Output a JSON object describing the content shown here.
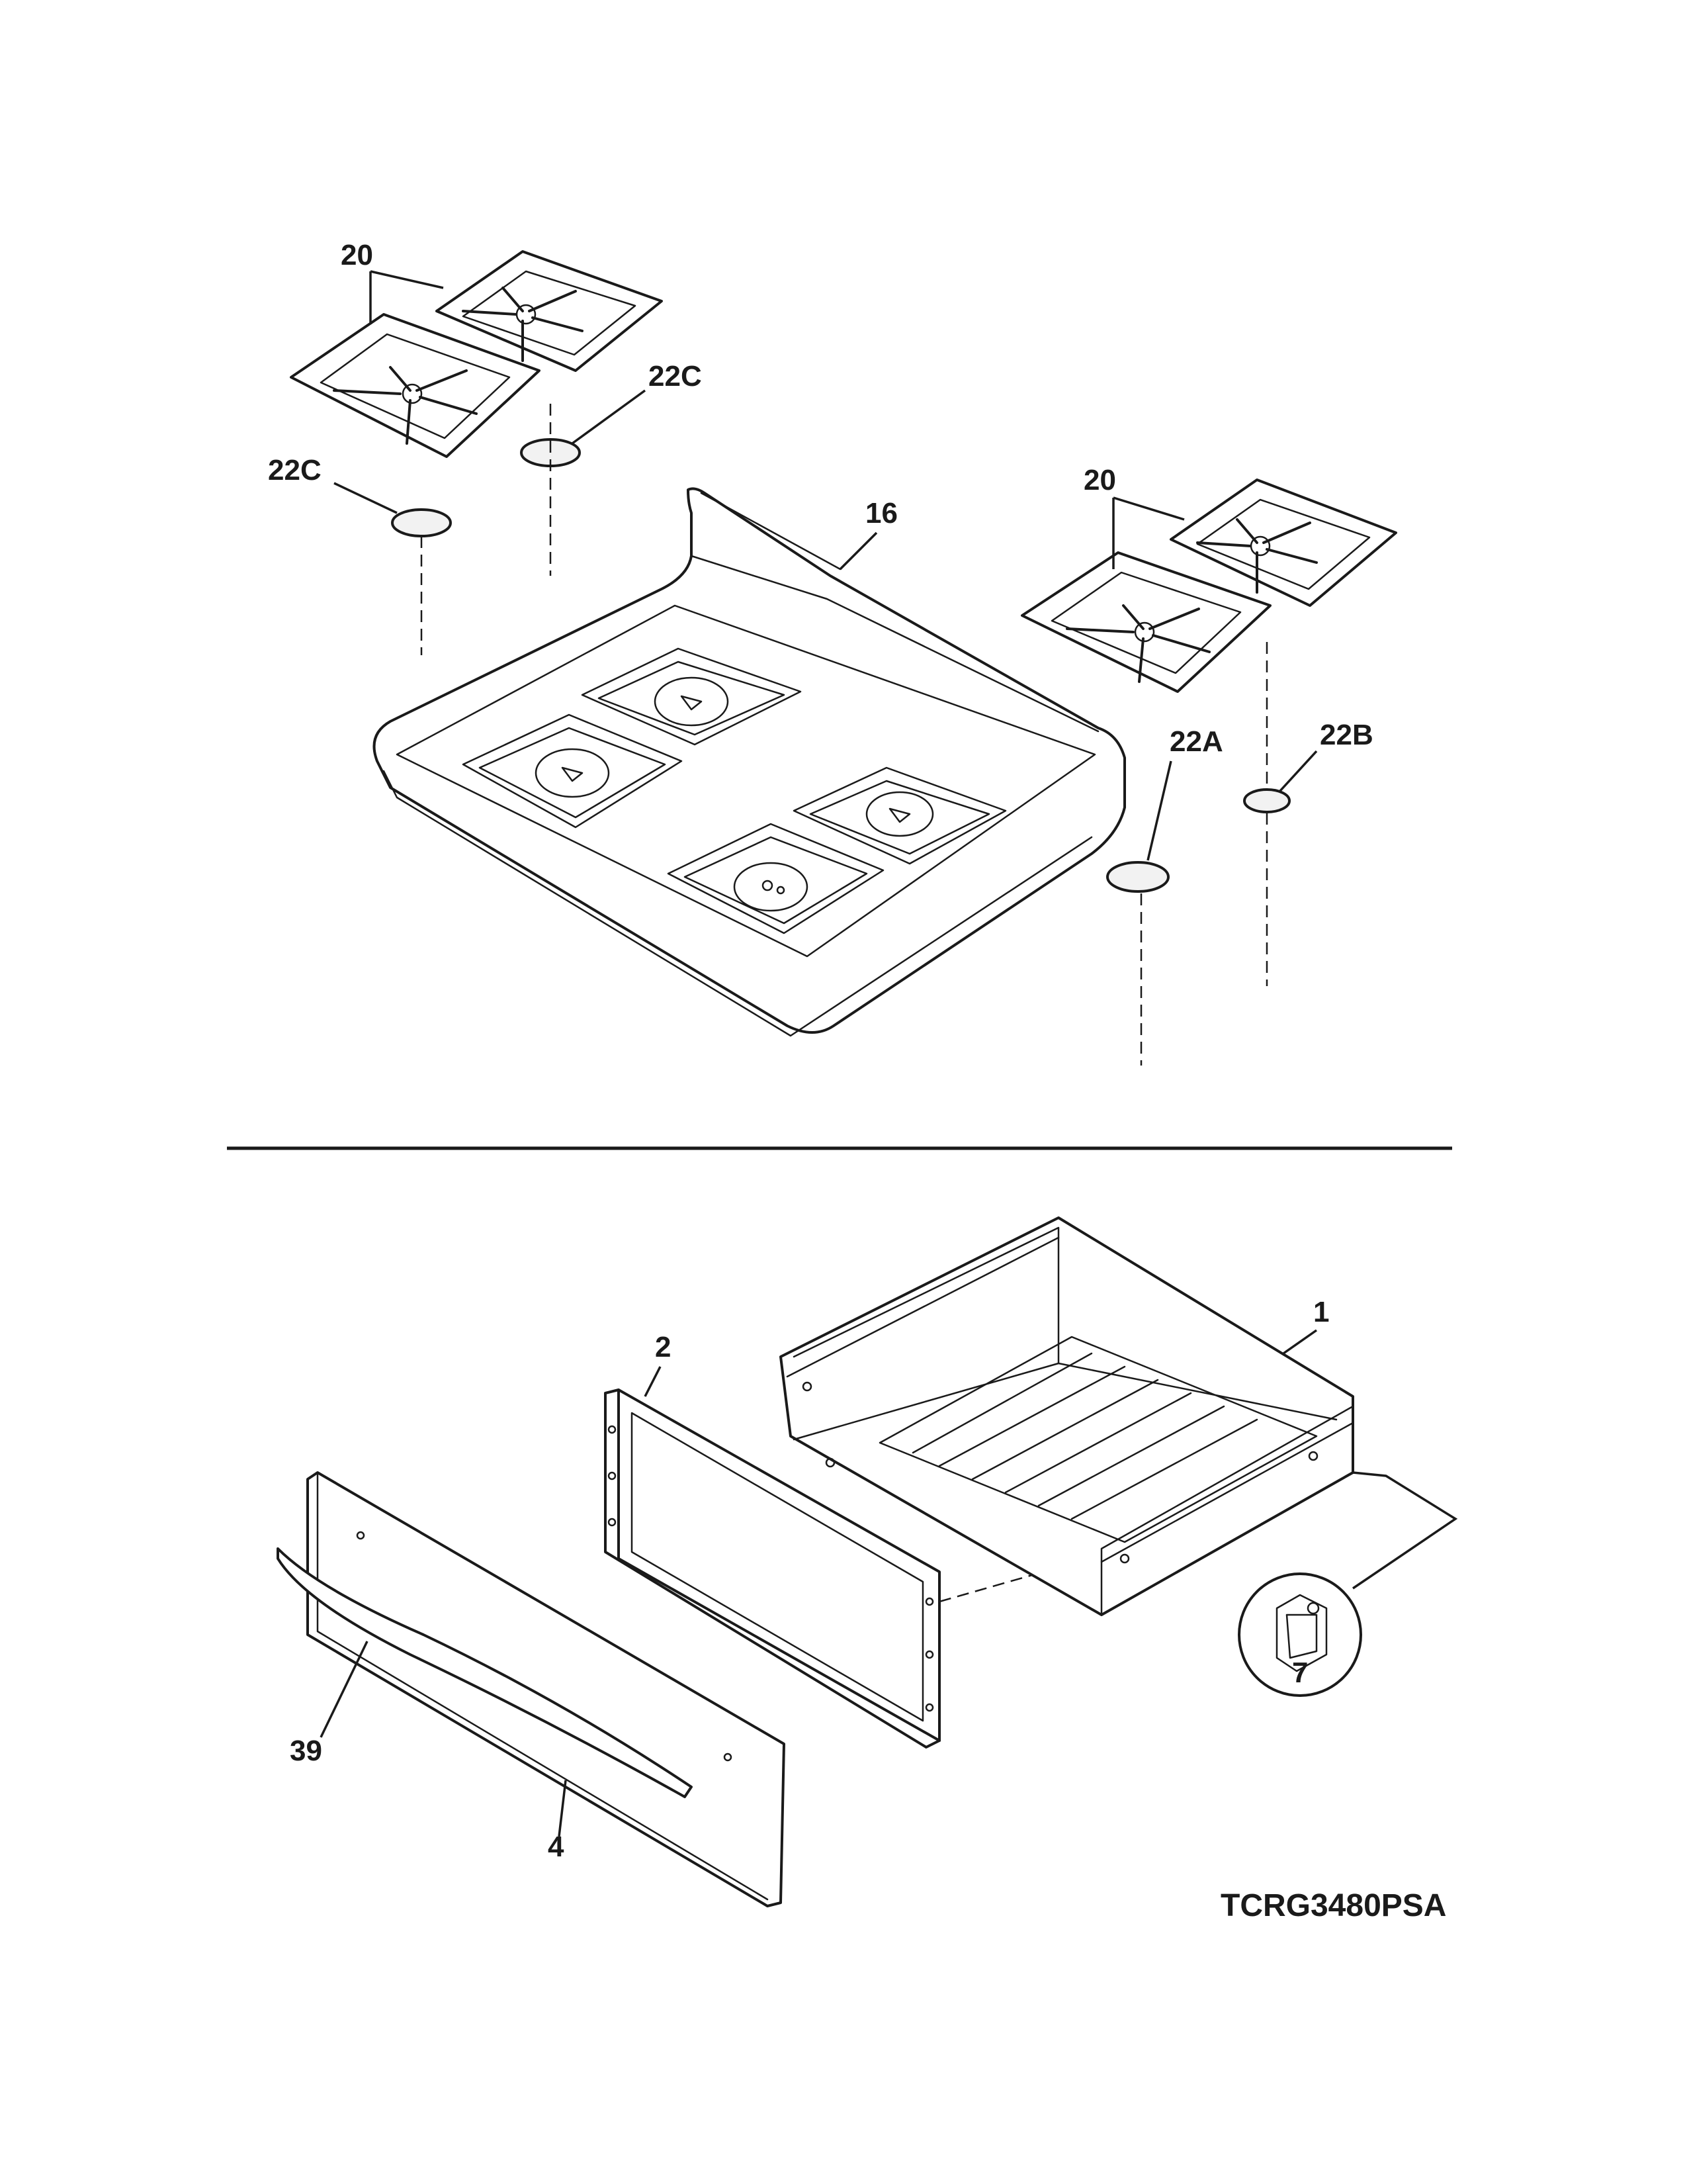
{
  "callouts": {
    "grate_pair_left": "20",
    "grate_pair_right": "20",
    "cap_left_front": "22C",
    "cap_left_rear": "22C",
    "cooktop": "16",
    "cap_right_front": "22A",
    "cap_right_rear": "22B",
    "drawer_body": "1",
    "drawer_inner_panel": "2",
    "drawer_front": "4",
    "drawer_handle": "39",
    "drawer_glide": "7"
  },
  "model_number": "TCRG3480PSA"
}
